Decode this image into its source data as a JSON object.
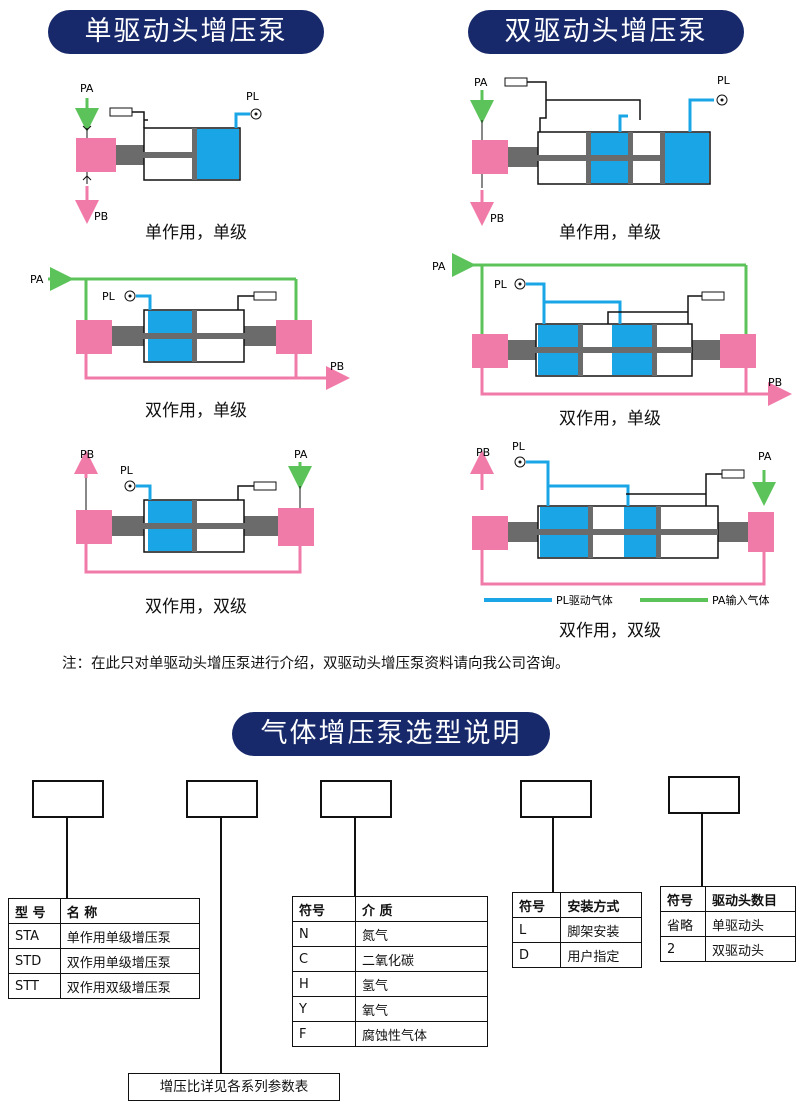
{
  "section1": {
    "left_title": "单驱动头增压泵",
    "right_title": "双驱动头增压泵"
  },
  "labels": {
    "pa": "PA",
    "pb": "PB",
    "pl": "PL"
  },
  "captions": {
    "single_action_single_stage": "单作用，单级",
    "double_action_single_stage": "双作用，单级",
    "double_action_double_stage": "双作用，双级"
  },
  "legend": {
    "pl": "PL驱动气体",
    "pa": "PA输入气体"
  },
  "colors": {
    "blue": "#1aa5e6",
    "green": "#5cc35a",
    "pink": "#f07aa8",
    "navy": "#17296b",
    "gray": "#6b6b6b"
  },
  "note": "注：在此只对单驱动头增压泵进行介绍，双驱动头增压泵资料请向我公司咨询。",
  "section2_title": "气体增压泵选型说明",
  "tables": {
    "model": {
      "headers": [
        "型 号",
        "名  称"
      ],
      "rows": [
        [
          "STA",
          "单作用单级增压泵"
        ],
        [
          "STD",
          "双作用单级增压泵"
        ],
        [
          "STT",
          "双作用双级增压泵"
        ]
      ]
    },
    "medium": {
      "headers": [
        "符号",
        "介 质"
      ],
      "rows": [
        [
          "N",
          "氮气"
        ],
        [
          "C",
          "二氧化碳"
        ],
        [
          "H",
          "氢气"
        ],
        [
          "Y",
          "氧气"
        ],
        [
          "F",
          "腐蚀性气体"
        ]
      ]
    },
    "install": {
      "headers": [
        "符号",
        "安装方式"
      ],
      "rows": [
        [
          "L",
          "脚架安装"
        ],
        [
          "D",
          "用户指定"
        ]
      ]
    },
    "drive": {
      "headers": [
        "符号",
        "驱动头数目"
      ],
      "rows": [
        [
          "省略",
          "单驱动头"
        ],
        [
          "2",
          "双驱动头"
        ]
      ]
    }
  },
  "ratio_note": "增压比详见各系列参数表"
}
